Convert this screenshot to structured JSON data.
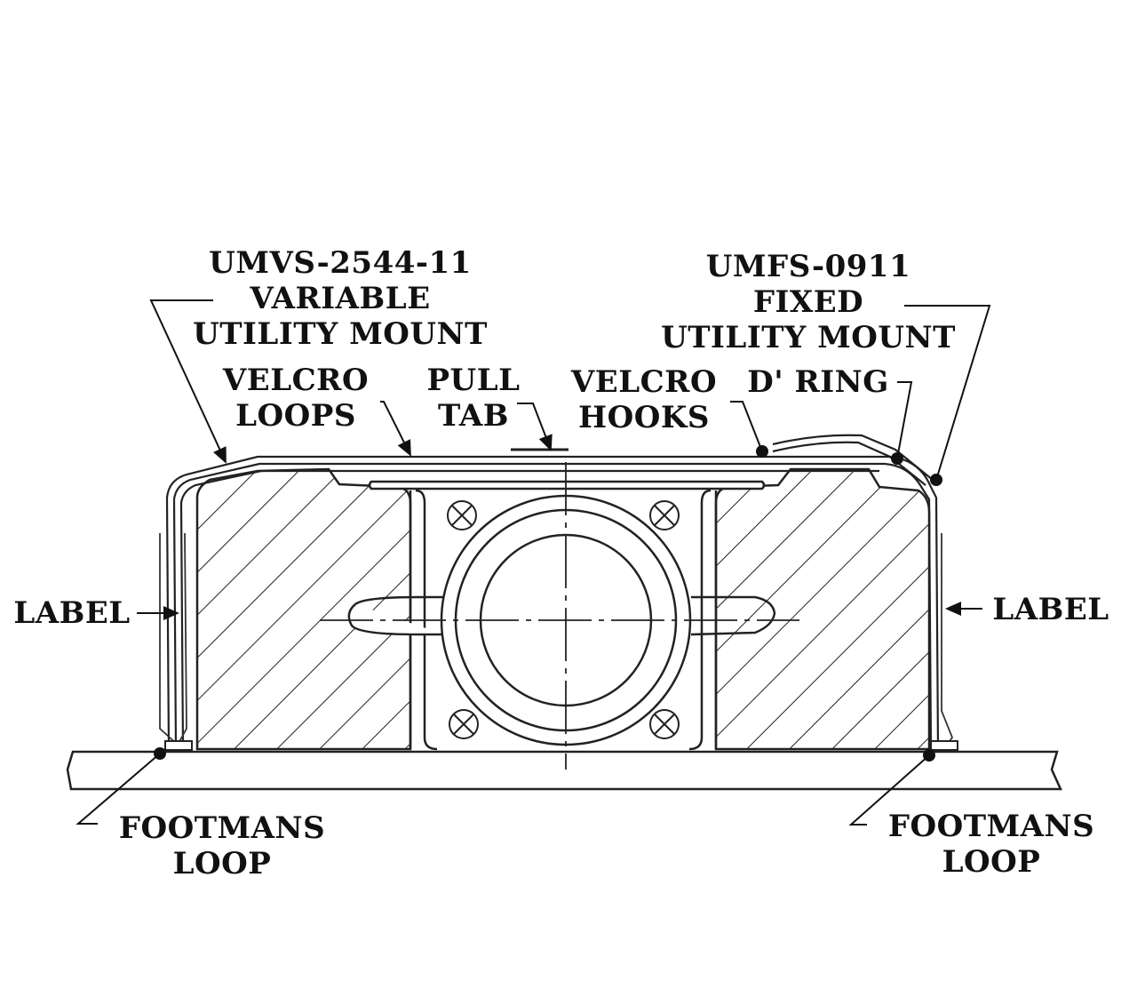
{
  "diagram": {
    "colors": {
      "line": "#1a1a1a",
      "background": "#ffffff",
      "hatch": "#222222"
    },
    "labels": {
      "variable_mount": {
        "part_number": "UMVS-2544-11",
        "line2": "VARIABLE",
        "line3": "UTILITY MOUNT"
      },
      "fixed_mount": {
        "part_number": "UMFS-0911",
        "line2": "FIXED",
        "line3": "UTILITY MOUNT"
      },
      "velcro_loops": {
        "line1": "VELCRO",
        "line2": "LOOPS"
      },
      "pull_tab": {
        "line1": "PULL",
        "line2": "TAB"
      },
      "velcro_hooks": {
        "line1": "VELCRO",
        "line2": "HOOKS"
      },
      "d_ring": {
        "line1": "D' RING"
      },
      "label_left": {
        "line1": "LABEL"
      },
      "label_right": {
        "line1": "LABEL"
      },
      "footmans_loop_left": {
        "line1": "FOOTMANS",
        "line2": "LOOP"
      },
      "footmans_loop_right": {
        "line1": "FOOTMANS",
        "line2": "LOOP"
      }
    }
  }
}
